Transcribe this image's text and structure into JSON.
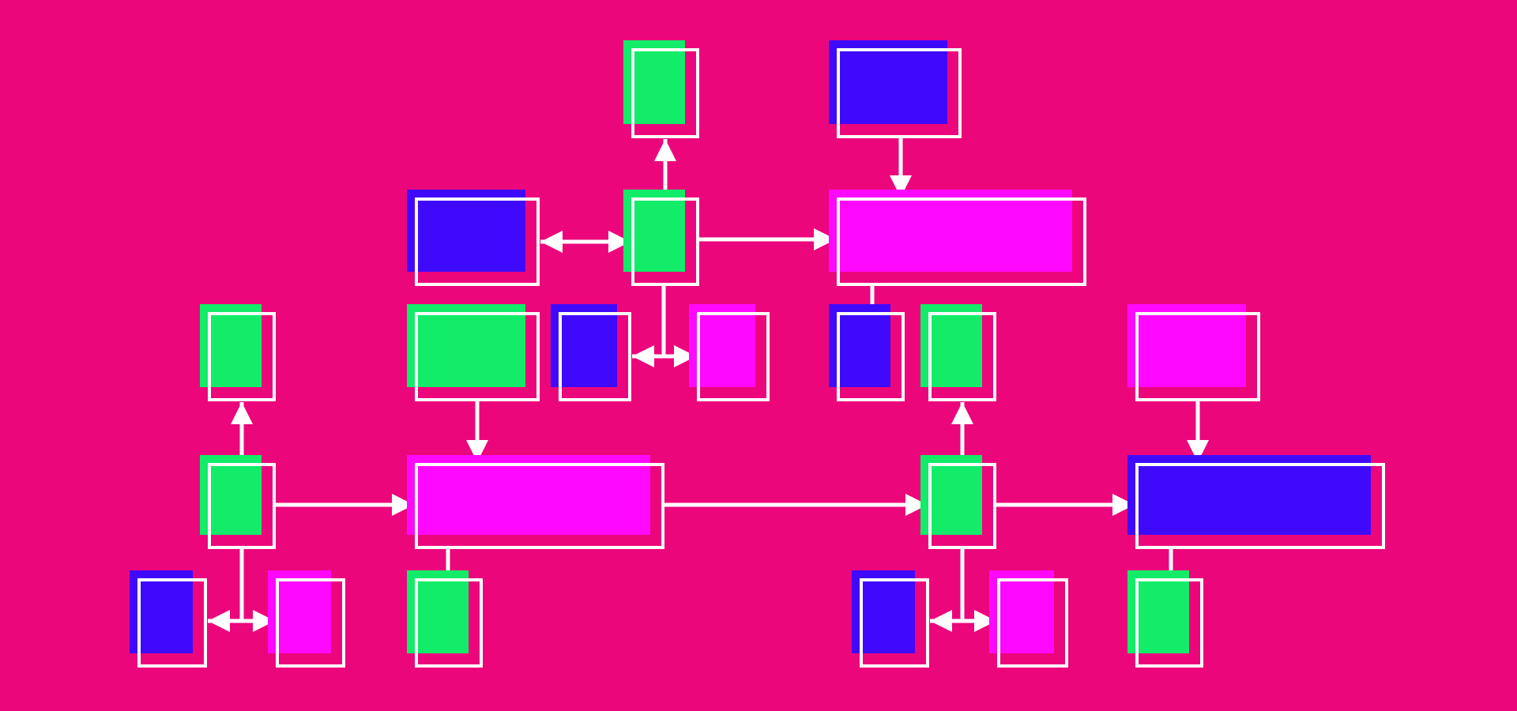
{
  "colors": {
    "background": "#EC067C",
    "green": "#12EC68",
    "blue": "#3F0AFC",
    "magenta": "#FF08FF",
    "outline": "#FFFFFF"
  },
  "nodes": [
    {
      "id": "n-top-green",
      "color": "green"
    },
    {
      "id": "n-top-blue",
      "color": "blue"
    },
    {
      "id": "n-upper-left-blue",
      "color": "blue"
    },
    {
      "id": "n-upper-hub-green",
      "color": "green"
    },
    {
      "id": "n-upper-magenta-wide",
      "color": "magenta"
    },
    {
      "id": "n-mid-green-a",
      "color": "green"
    },
    {
      "id": "n-mid-green-b",
      "color": "green"
    },
    {
      "id": "n-mid-blue-a",
      "color": "blue"
    },
    {
      "id": "n-mid-magenta-a",
      "color": "magenta"
    },
    {
      "id": "n-mid-blue-b",
      "color": "blue"
    },
    {
      "id": "n-mid-green-c",
      "color": "green"
    },
    {
      "id": "n-mid-magenta-b",
      "color": "magenta"
    },
    {
      "id": "n-lower-hub-green-a",
      "color": "green"
    },
    {
      "id": "n-lower-magenta-wide",
      "color": "magenta"
    },
    {
      "id": "n-lower-hub-green-b",
      "color": "green"
    },
    {
      "id": "n-lower-blue-wide",
      "color": "blue"
    },
    {
      "id": "n-bottom-blue-a",
      "color": "blue"
    },
    {
      "id": "n-bottom-magenta-a",
      "color": "magenta"
    },
    {
      "id": "n-bottom-green-a",
      "color": "green"
    },
    {
      "id": "n-bottom-blue-b",
      "color": "blue"
    },
    {
      "id": "n-bottom-magenta-b",
      "color": "magenta"
    },
    {
      "id": "n-bottom-green-b",
      "color": "green"
    }
  ],
  "connectors": [
    {
      "id": "c1",
      "from": "n-upper-hub-green",
      "to": "n-top-green",
      "arrow": "end"
    },
    {
      "id": "c2",
      "from": "n-top-blue",
      "to": "n-upper-magenta-wide",
      "arrow": "end"
    },
    {
      "id": "c3",
      "from": "n-upper-left-blue",
      "to": "n-upper-hub-green",
      "arrow": "both"
    },
    {
      "id": "c4",
      "from": "n-upper-hub-green",
      "to": "n-upper-magenta-wide",
      "arrow": "end"
    },
    {
      "id": "c5",
      "from": "n-upper-hub-green",
      "to": "n-mid-blue-a",
      "arrow": "end"
    },
    {
      "id": "c6",
      "from": "n-upper-hub-green",
      "to": "n-mid-magenta-a",
      "arrow": "end"
    },
    {
      "id": "c7",
      "from": "n-upper-magenta-wide",
      "to": "n-mid-blue-b",
      "arrow": "none"
    },
    {
      "id": "c8",
      "from": "n-lower-hub-green-a",
      "to": "n-mid-green-a",
      "arrow": "end"
    },
    {
      "id": "c9",
      "from": "n-mid-green-b",
      "to": "n-lower-magenta-wide",
      "arrow": "end"
    },
    {
      "id": "c10",
      "from": "n-lower-hub-green-b",
      "to": "n-mid-green-c",
      "arrow": "end"
    },
    {
      "id": "c11",
      "from": "n-mid-magenta-b",
      "to": "n-lower-blue-wide",
      "arrow": "end"
    },
    {
      "id": "c12",
      "from": "n-lower-hub-green-a",
      "to": "n-lower-magenta-wide",
      "arrow": "end"
    },
    {
      "id": "c13",
      "from": "n-lower-magenta-wide",
      "to": "n-lower-hub-green-b",
      "arrow": "end"
    },
    {
      "id": "c14",
      "from": "n-lower-hub-green-b",
      "to": "n-lower-blue-wide",
      "arrow": "end"
    },
    {
      "id": "c15",
      "from": "n-lower-hub-green-a",
      "to": "n-bottom-blue-a",
      "arrow": "end"
    },
    {
      "id": "c16",
      "from": "n-lower-hub-green-a",
      "to": "n-bottom-magenta-a",
      "arrow": "end"
    },
    {
      "id": "c17",
      "from": "n-lower-magenta-wide",
      "to": "n-bottom-green-a",
      "arrow": "none"
    },
    {
      "id": "c18",
      "from": "n-lower-hub-green-b",
      "to": "n-bottom-blue-b",
      "arrow": "end"
    },
    {
      "id": "c19",
      "from": "n-lower-hub-green-b",
      "to": "n-bottom-magenta-b",
      "arrow": "end"
    },
    {
      "id": "c20",
      "from": "n-lower-blue-wide",
      "to": "n-bottom-green-b",
      "arrow": "none"
    }
  ]
}
